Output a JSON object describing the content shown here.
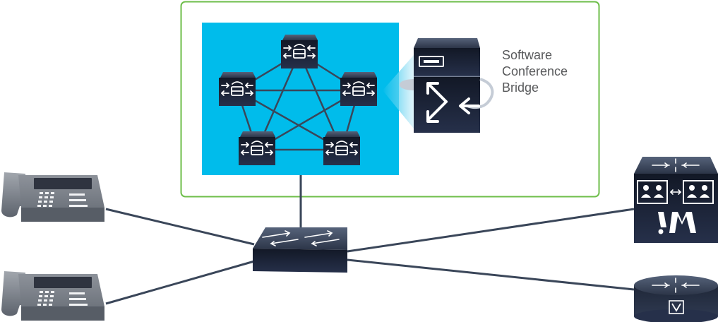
{
  "labels": {
    "bridge_line1": "Software",
    "bridge_line2": "Conference",
    "bridge_line3": "Bridge"
  },
  "colors": {
    "cluster_fill": "#00bceb",
    "frame_border": "#6ebe4a",
    "link": "#3a4659",
    "device_dark": "#1c2435",
    "label_text": "#58595b",
    "phone": "#7f8590"
  },
  "icons": {
    "cluster_node": "call-manager-server-icon",
    "conference_bridge": "conference-bridge-icon",
    "switch": "network-switch-icon",
    "phone": "ip-phone-icon",
    "mcu": "multipoint-conference-unit-icon",
    "router": "voice-gateway-router-icon"
  }
}
